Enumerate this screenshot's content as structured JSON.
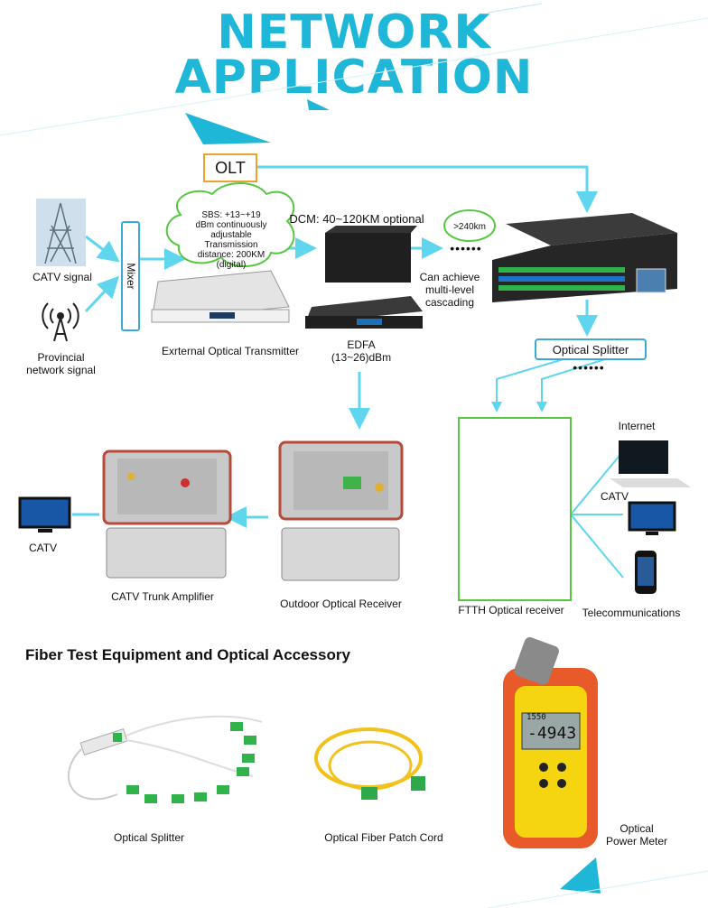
{
  "header": {
    "title_line1": "NETWORK",
    "title_line2": "APPLICATION"
  },
  "nodes": {
    "olt": "OLT",
    "mixer": "Mixer",
    "catv_signal": "CATV signal",
    "provincial_1": "Provincial",
    "provincial_2": "network signal",
    "cloud_text": [
      "SBS: +13~+19",
      "dBm continuously",
      "adjustable",
      "Transmission",
      "distance: 200KM",
      "(digital)"
    ],
    "dcm": "DCM: 40~120KM optional",
    "dots1": "••••••",
    "km240": ">240km",
    "cascade": [
      "Can achieve",
      "multi-level",
      "cascading"
    ],
    "transmitter": "Exrternal Optical Transmitter",
    "edfa_1": "EDFA",
    "edfa_2": "(13~26)dBm",
    "optical_splitter_box": "Optical Splitter",
    "dots2": "••••••",
    "internet": "Internet",
    "catv_right": "CATV",
    "ftth": "FTTH Optical receiver",
    "telecom": "Telecommunications",
    "catv_left": "CATV",
    "trunk": "CATV Trunk Amplifier",
    "outdoor": "Outdoor Optical Receiver",
    "meter_reading": "-4943",
    "meter_top": "1550"
  },
  "accessories": {
    "section_title": "Fiber Test Equipment and Optical Accessory",
    "splitter": "Optical Splitter",
    "patch": "Optical Fiber Patch Cord",
    "meter_1": "Optical",
    "meter_2": "Power Meter"
  },
  "colors": {
    "accent": "#1fb7d8",
    "arrow": "#5fd6ee",
    "olt_border": "#f0a030",
    "green": "#55c840"
  }
}
